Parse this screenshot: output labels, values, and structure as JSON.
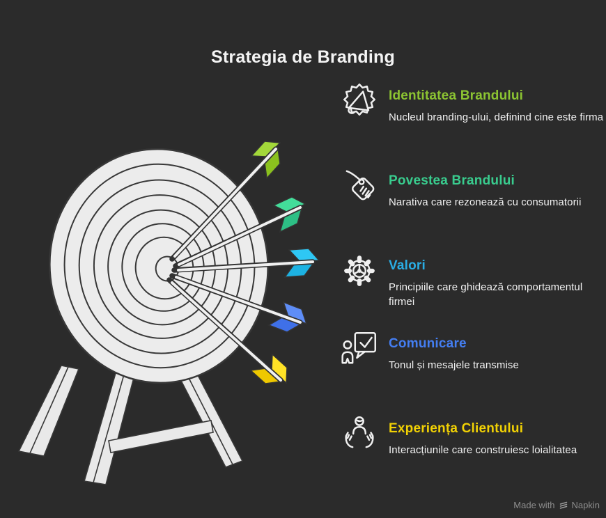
{
  "page": {
    "title": "Strategia de Branding",
    "background": "#2b2b2b"
  },
  "items": [
    {
      "icon": "megaphone-badge-icon",
      "heading": "Identitatea Brandului",
      "description": "Nucleul branding-ului, definind cine este firma",
      "color": "#8cc432"
    },
    {
      "icon": "price-tag-icon",
      "heading": "Povestea Brandului",
      "description": "Narativa care rezonează cu consumatorii",
      "color": "#39cc8e"
    },
    {
      "icon": "gear-helm-icon",
      "heading": "Valori",
      "description": "Principiile care ghidează comportamentul firmei",
      "color": "#2aade4"
    },
    {
      "icon": "person-chat-check-icon",
      "heading": "Comunicare",
      "description": "Tonul și mesajele transmise",
      "color": "#447ef2"
    },
    {
      "icon": "customer-care-icon",
      "heading": "Experiența Clientului",
      "description": "Interacțiunile care construiesc loialitatea",
      "color": "#f1d104"
    }
  ],
  "illustration": {
    "name": "dartboard-with-arrows",
    "board_fill": "#ececec",
    "outline": "#383838",
    "shaft_color": "#f0f0f0",
    "arrows": [
      {
        "target_item": "Identitatea Brandului",
        "vane_top": "#a3d83a",
        "vane_bottom": "#8bc11e"
      },
      {
        "target_item": "Povestea Brandului",
        "vane_top": "#43dd9a",
        "vane_bottom": "#2dbf85"
      },
      {
        "target_item": "Valori",
        "vane_top": "#2ec7f4",
        "vane_bottom": "#1db2e2"
      },
      {
        "target_item": "Comunicare",
        "vane_top": "#5e8df7",
        "vane_bottom": "#3f70e8"
      },
      {
        "target_item": "Experiența Clientului",
        "vane_top": "#ffe226",
        "vane_bottom": "#eec800"
      }
    ]
  },
  "footer": {
    "made_with": "Made with",
    "brand": "Napkin"
  }
}
